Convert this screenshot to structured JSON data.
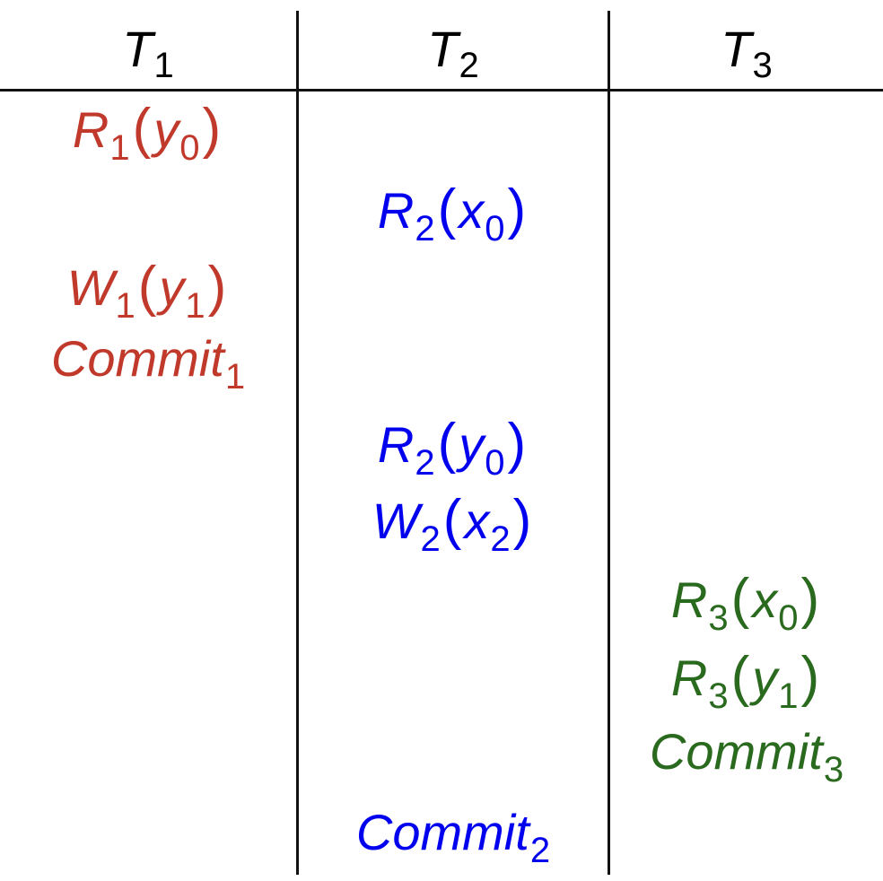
{
  "colors": {
    "t1": "#c0392b",
    "t2": "#0000ee",
    "t3": "#2a6a1e",
    "rule": "#111111"
  },
  "columns": [
    {
      "name": "T",
      "sub": "1"
    },
    {
      "name": "T",
      "sub": "2"
    },
    {
      "name": "T",
      "sub": "3"
    }
  ],
  "ops": {
    "t1_read_y0": {
      "op": "R",
      "tx": "1",
      "var": "y",
      "ver": "0"
    },
    "t2_read_x0": {
      "op": "R",
      "tx": "2",
      "var": "x",
      "ver": "0"
    },
    "t1_write_y1": {
      "op": "W",
      "tx": "1",
      "var": "y",
      "ver": "1"
    },
    "t1_commit": {
      "label": "Commit",
      "tx": "1"
    },
    "t2_read_y0": {
      "op": "R",
      "tx": "2",
      "var": "y",
      "ver": "0"
    },
    "t2_write_x2": {
      "op": "W",
      "tx": "2",
      "var": "x",
      "ver": "2"
    },
    "t3_read_x0": {
      "op": "R",
      "tx": "3",
      "var": "x",
      "ver": "0"
    },
    "t3_read_y1": {
      "op": "R",
      "tx": "3",
      "var": "y",
      "ver": "1"
    },
    "t3_commit": {
      "label": "Commit",
      "tx": "3"
    },
    "t2_commit": {
      "label": "Commit",
      "tx": "2"
    }
  }
}
